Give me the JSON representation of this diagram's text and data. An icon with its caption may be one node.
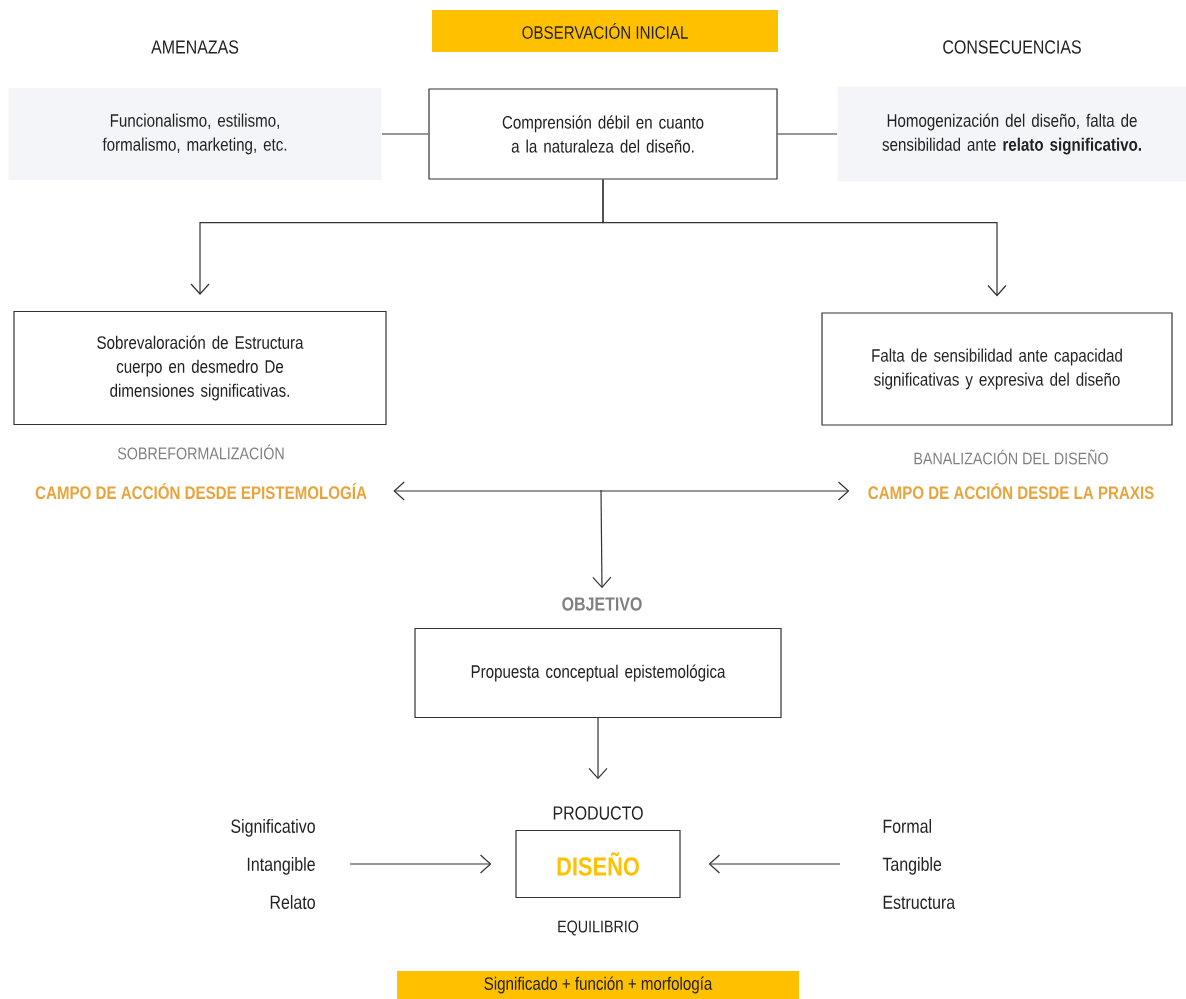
{
  "diagram": {
    "nodes": [
      {
        "text": [
          "OBSERVACIÓN INICIAL"
        ]
      },
      {
        "text": [
          "AMENAZAS",
          "Funcionalismo, estilismo, formalismo,  marketing, etc."
        ]
      },
      {
        "text": [
          "Comprensión débil en cuanto a la naturaleza del diseño."
        ]
      },
      {
        "text": [
          "CONSECUENCIAS",
          "Homogenización del diseño, falta de sensibilidad  ante **relato significativo.**"
        ]
      },
      {
        "text": [
          "Sobrevaloración de Estructura cuerpo en desmedro De dimensiones significativas."
        ],
        "beside": [
          "SOBREFORMALIZACIÓN"
        ]
      },
      {
        "text": [
          "Falta de sensibilidad ante  capacidad significativas y expresiva del diseño"
        ],
        "beside": [
          "BANALIZACIÓN DEL DISEÑO"
        ]
      },
      {
        "text": [
          "CAMPO DE ACCIÓN DESDE EPISTEMOLOGÍA"
        ]
      },
      {
        "text": [
          "CAMPO DE ACCIÓN DESDE LA PRAXIS"
        ]
      },
      {
        "text": [
          "OBJETIVO",
          "Propuesta conceptual epistemológica"
        ]
      },
      {
        "text": [
          "PRODUCTO",
          "DISEÑO"
        ],
        "beside": [
          "EQUILIBRIO"
        ]
      },
      {
        "text": [
          "Significativo",
          "Intangible",
          "Relato"
        ]
      },
      {
        "text": [
          "Formal",
          "Tangible",
          "Estructura"
        ]
      },
      {
        "text": [
          "Significado + función + morfología"
        ]
      }
    ],
    "edges": [
      {
        "from": 1,
        "to": 2,
        "arrow": "none"
      },
      {
        "from": 2,
        "to": 3,
        "arrow": "none"
      },
      {
        "from": 2,
        "to": 4,
        "arrow": "to"
      },
      {
        "from": 2,
        "to": 5,
        "arrow": "to"
      },
      {
        "from": 6,
        "to": 7,
        "arrow": "both"
      },
      {
        "from": null,
        "to": 8,
        "arrow": "to"
      },
      {
        "from": 8,
        "to": 9,
        "arrow": "to"
      },
      {
        "from": 10,
        "to": 9,
        "arrow": "to"
      },
      {
        "from": 11,
        "to": 9,
        "arrow": "to"
      }
    ]
  }
}
